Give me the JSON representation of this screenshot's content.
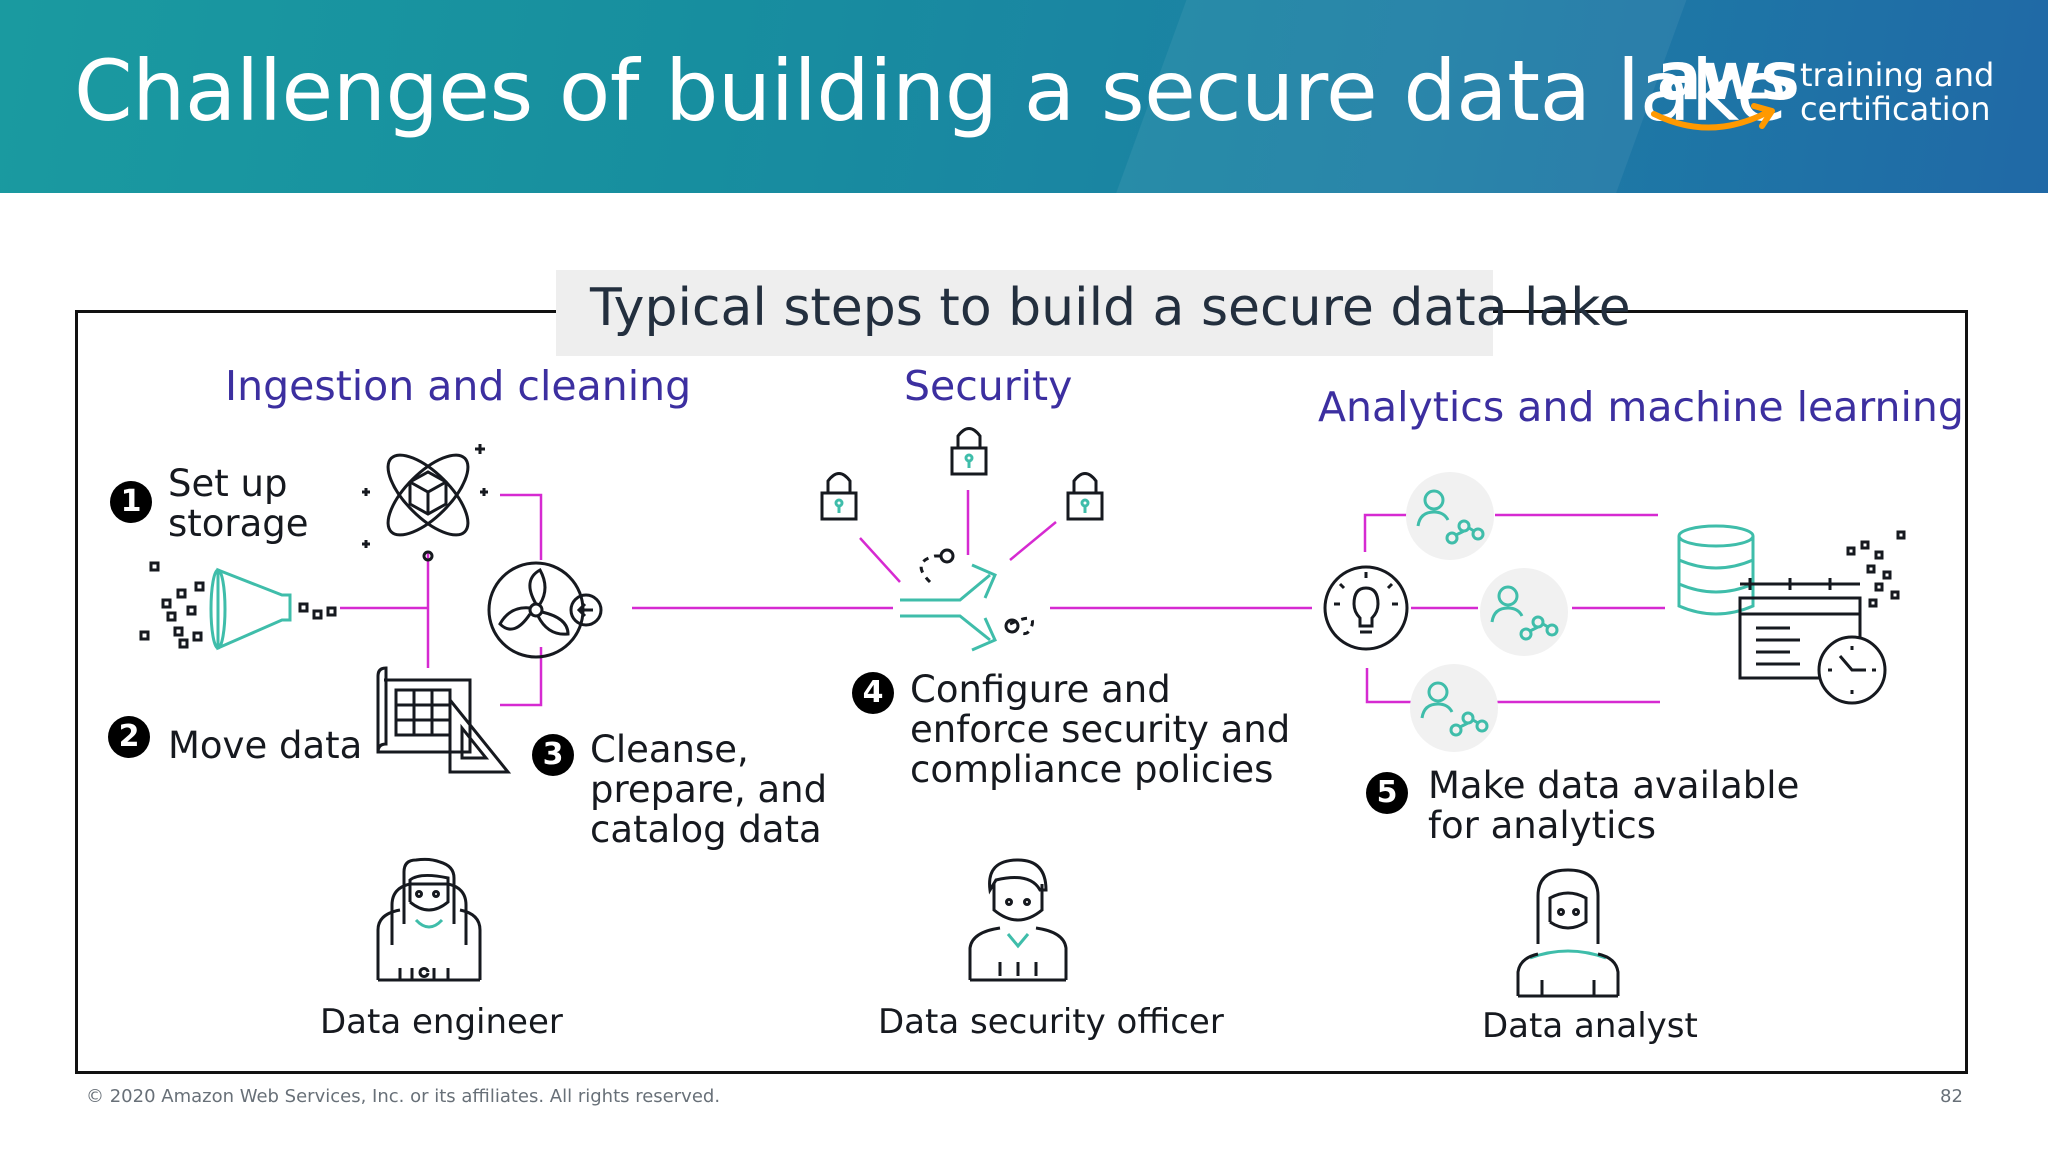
{
  "header": {
    "title": "Challenges of building a secure data lake",
    "logo_word": "aws",
    "logo_tagline_1": "training and",
    "logo_tagline_2": "certification"
  },
  "diagram": {
    "subtitle": "Typical steps to build a secure data lake",
    "sections": {
      "ingestion": "Ingestion and cleaning",
      "security": "Security",
      "analytics": "Analytics and machine learning"
    },
    "steps": [
      {
        "number": "1",
        "line1": "Set up",
        "line2": "storage"
      },
      {
        "number": "2",
        "line1": "Move data"
      },
      {
        "number": "3",
        "line1": "Cleanse,",
        "line2": "prepare, and",
        "line3": "catalog data"
      },
      {
        "number": "4",
        "line1": "Configure and",
        "line2": "enforce security and",
        "line3": "compliance policies"
      },
      {
        "number": "5",
        "line1": "Make data available",
        "line2": "for analytics"
      }
    ],
    "personas": {
      "engineer": "Data engineer",
      "security_officer": "Data security officer",
      "analyst": "Data analyst"
    },
    "icons": [
      "funnel-icon",
      "storage-cube-orbit-icon",
      "blueprint-icon",
      "fan-icon",
      "lock-icon",
      "transfer-arrows-icon",
      "lightbulb-icon",
      "user-network-icon",
      "database-icon",
      "schedule-clock-icon",
      "data-particles-icon",
      "engineer-avatar-icon",
      "officer-avatar-icon",
      "analyst-avatar-icon"
    ],
    "colors": {
      "connector": "#d62ad1",
      "accent": "#3fbdaa",
      "section_heading": "#3c2fa0",
      "banner_start": "#1a9aa0",
      "banner_end": "#2069a6"
    }
  },
  "footer": {
    "copyright": "© 2020 Amazon Web Services, Inc. or its affiliates. All rights reserved.",
    "page_number": "82"
  }
}
